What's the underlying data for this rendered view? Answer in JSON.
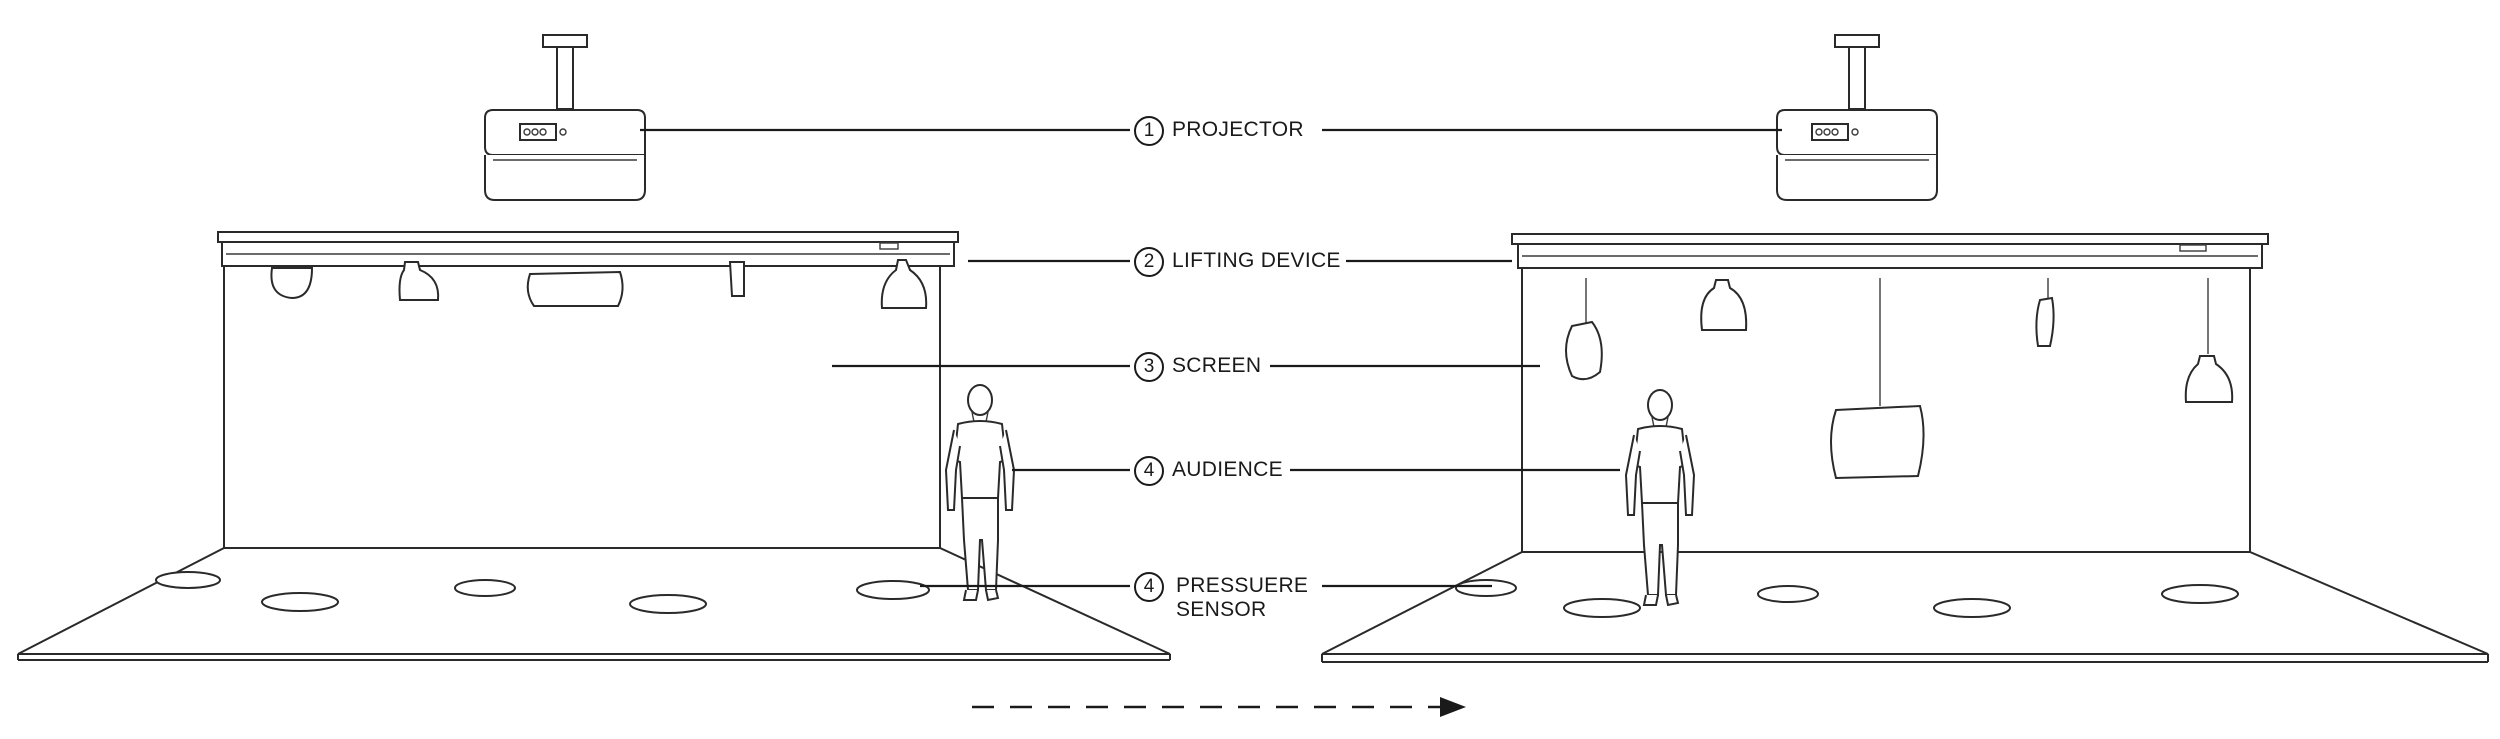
{
  "labels": [
    {
      "num": "1",
      "text": "PROJECTOR"
    },
    {
      "num": "2",
      "text": "LIFTING DEVICE"
    },
    {
      "num": "3",
      "text": "SCREEN"
    },
    {
      "num": "4",
      "text": "AUDIENCE"
    },
    {
      "num": "4",
      "text": "PRESSUERE",
      "text2": "SENSOR"
    }
  ],
  "icons": {
    "projector": "projector-icon",
    "person": "person-figure",
    "sensor": "pressure-sensor-pad",
    "arrow": "dashed-right-arrow"
  }
}
